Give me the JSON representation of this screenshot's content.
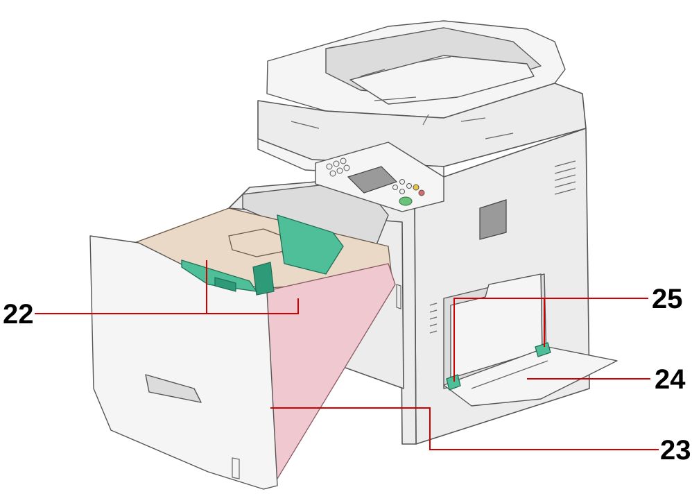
{
  "callouts": {
    "c22": "22",
    "c23": "23",
    "c24": "24",
    "c25": "25"
  },
  "colors": {
    "leader": "#d10000",
    "guide": "#4fbf9a",
    "tray": "#e9d9c6",
    "tray_side": "#f0c8cf"
  },
  "icons": [
    "printer-illustration",
    "paper-cassette",
    "multipurpose-tray",
    "operation-panel",
    "document-processor"
  ]
}
